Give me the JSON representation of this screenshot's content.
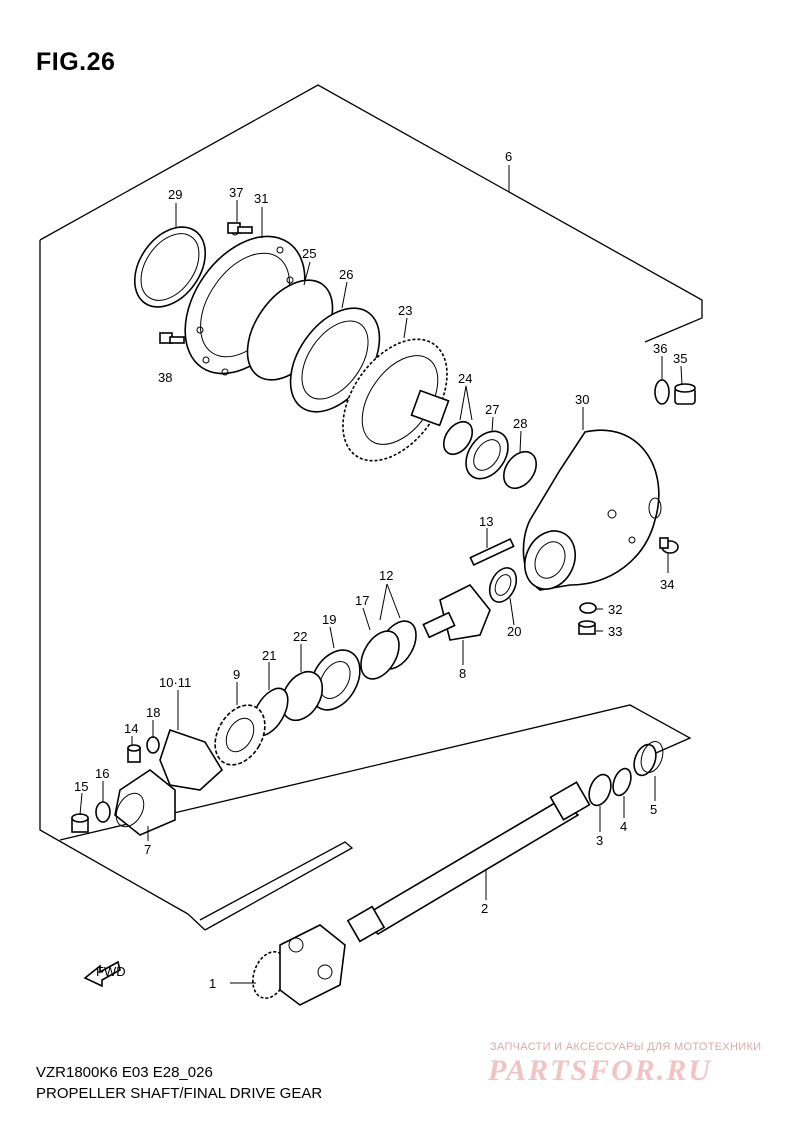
{
  "figure": {
    "title": "FIG.26",
    "model_code": "VZR1800K6 E03 E28_026",
    "caption": "PROPELLER SHAFT/FINAL DRIVE GEAR"
  },
  "callouts": [
    "1",
    "2",
    "3",
    "4",
    "5",
    "6",
    "7",
    "8",
    "9",
    "10·11",
    "12",
    "13",
    "14",
    "15",
    "16",
    "17",
    "18",
    "19",
    "20",
    "21",
    "22",
    "23",
    "24",
    "25",
    "26",
    "27",
    "28",
    "29",
    "30",
    "31",
    "32",
    "33",
    "34",
    "35",
    "36",
    "37",
    "38"
  ],
  "fwd_arrow": {
    "label": "FWD"
  },
  "watermark": {
    "line": "ЗАПЧАСТИ И АКСЕССУАРЫ ДЛЯ МОТОТЕХНИКИ",
    "logo": "PARTSFOR.RU"
  }
}
